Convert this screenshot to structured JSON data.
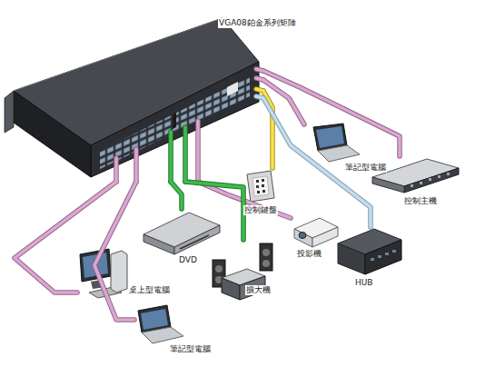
{
  "diagram": {
    "nodes": [
      {
        "text": [
          "VGA08鉑金系列矩陣"
        ]
      },
      {
        "text": [
          "筆記型電腦"
        ]
      },
      {
        "text": [
          "控制主機"
        ]
      },
      {
        "text": [
          "控制鍵盤"
        ]
      },
      {
        "text": [
          "投影機"
        ]
      },
      {
        "text": [
          "DVD"
        ]
      },
      {
        "text": [
          "HUB"
        ]
      },
      {
        "text": [
          "擴大機"
        ]
      },
      {
        "text": [
          "桌上型電腦"
        ]
      },
      {
        "text": [
          "筆記型電腦"
        ]
      }
    ],
    "edges": [
      {
        "from": 0,
        "to": 1,
        "arrow": "none"
      },
      {
        "from": 0,
        "to": 2,
        "arrow": "none"
      },
      {
        "from": 0,
        "to": 3,
        "arrow": "none"
      },
      {
        "from": 0,
        "to": 4,
        "arrow": "none"
      },
      {
        "from": 0,
        "to": 5,
        "arrow": "none"
      },
      {
        "from": 0,
        "to": 6,
        "arrow": "none"
      },
      {
        "from": 0,
        "to": 7,
        "arrow": "none"
      },
      {
        "from": 0,
        "to": 8,
        "arrow": "none"
      },
      {
        "from": 0,
        "to": 9,
        "arrow": "none"
      }
    ]
  }
}
